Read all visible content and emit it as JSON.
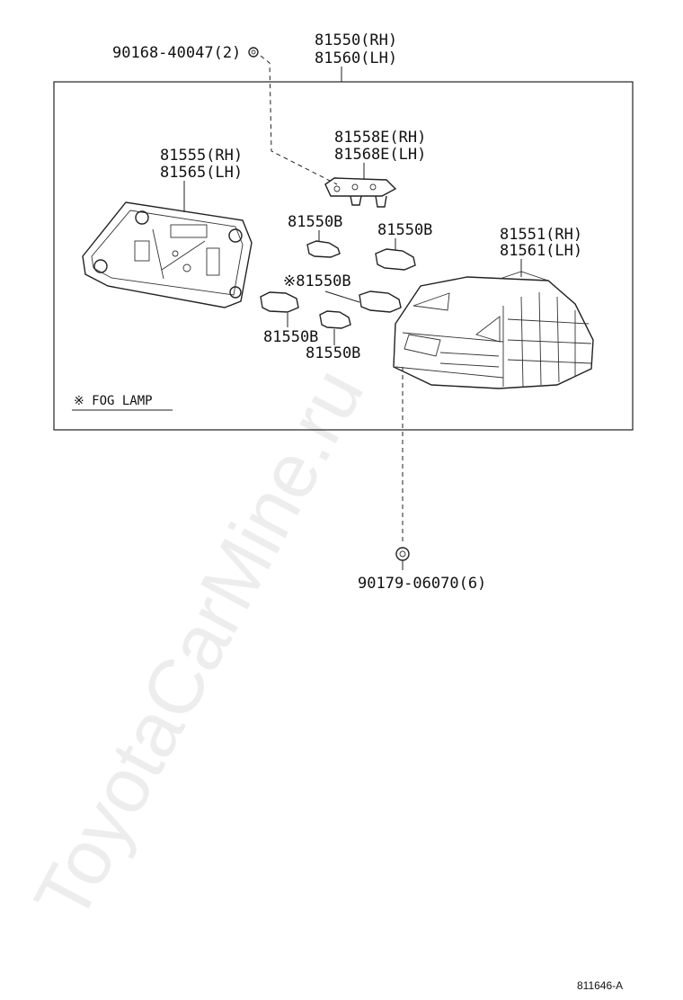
{
  "watermark": "ToyotaCarMine.ru",
  "labels": {
    "screw_top": "90168-40047(2)",
    "assembly_rh": "81550(RH)",
    "assembly_lh": "81560(LH)",
    "bracket_rh": "81558E(RH)",
    "bracket_lh": "81568E(LH)",
    "socket_rh": "81555(RH)",
    "socket_lh": "81565(LH)",
    "bulb_1": "81550B",
    "bulb_2": "81550B",
    "lens_rh": "81551(RH)",
    "lens_lh": "81561(LH)",
    "bulb_fog": "※81550B",
    "bulb_3": "81550B",
    "bulb_4": "81550B",
    "fog_note": "※ FOG LAMP",
    "nut_bottom": "90179-06070(6)",
    "drawing_ref": "811646-A"
  }
}
